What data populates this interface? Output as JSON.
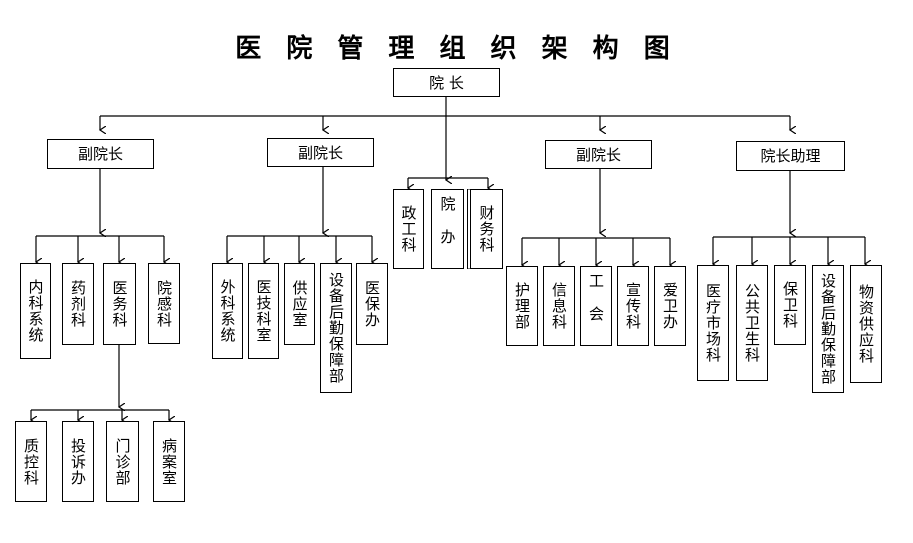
{
  "title": "医 院 管 理 组 织 架 构 图",
  "root": "院   长",
  "branches": [
    {
      "label": "副院长",
      "children": [
        "内科系统",
        "药剂科",
        "医务科",
        "院感科"
      ]
    },
    {
      "label": "副院长",
      "children": [
        "外科系统",
        "医技科室",
        "供应室",
        "设备后勤保障部",
        "医保办"
      ]
    },
    {
      "label": "",
      "children": [
        "政工科",
        "院办",
        "财务科"
      ]
    },
    {
      "label": "副院长",
      "children": [
        "护理部",
        "信息科",
        "工会",
        "宣传科",
        "爱卫办"
      ]
    },
    {
      "label": "院长助理",
      "children": [
        "医疗市场科",
        "公共卫生科",
        "保卫科",
        "设备后勤保障部",
        "物资供应科"
      ]
    }
  ],
  "sub_of_medical_affairs": [
    "质控科",
    "投诉办",
    "门诊部",
    "病案室"
  ]
}
